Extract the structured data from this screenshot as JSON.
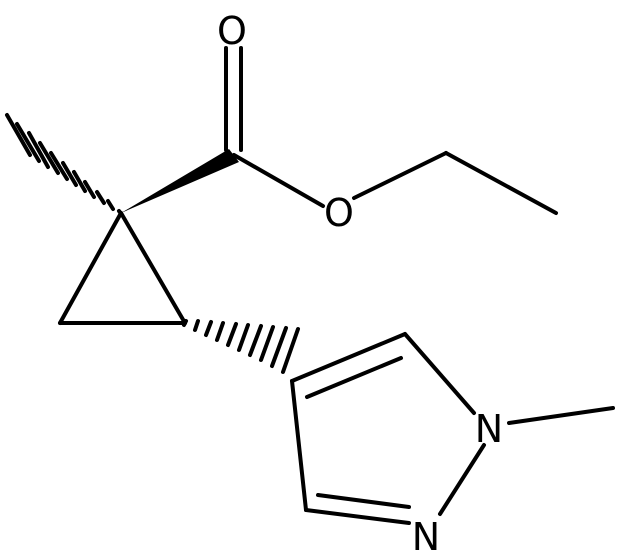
{
  "atoms": {
    "carbonyl_oxygen": "O",
    "ester_oxygen": "O",
    "pyrazole_n1": "N",
    "pyrazole_n2": "N"
  },
  "colors": {
    "bond": "#000000",
    "label": "#000000",
    "background": "#ffffff"
  }
}
